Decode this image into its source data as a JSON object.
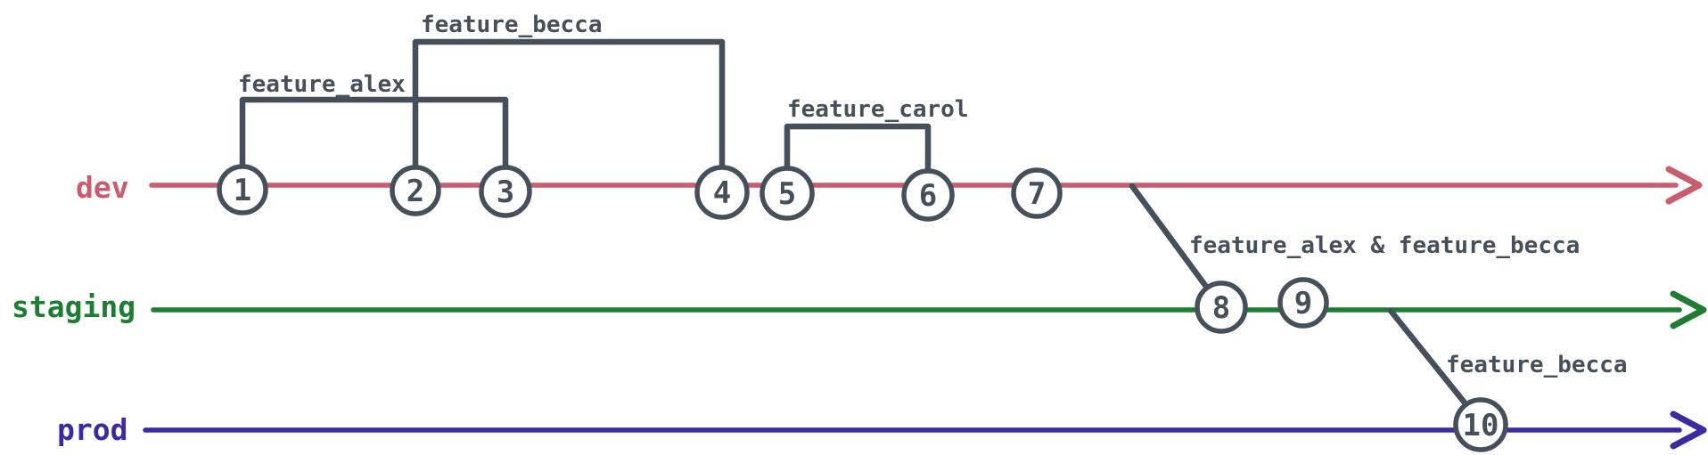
{
  "diagram": {
    "kind": "git-branching-diagram",
    "ink_color": "#45505b",
    "background_color": "#ffffff",
    "branches": [
      {
        "name": "dev",
        "color": "#ca5c6f"
      },
      {
        "name": "staging",
        "color": "#1e7d33"
      },
      {
        "name": "prod",
        "color": "#3a2ba0"
      }
    ],
    "commits": [
      {
        "label": "1",
        "branch": "dev"
      },
      {
        "label": "2",
        "branch": "dev"
      },
      {
        "label": "3",
        "branch": "dev"
      },
      {
        "label": "4",
        "branch": "dev"
      },
      {
        "label": "5",
        "branch": "dev"
      },
      {
        "label": "6",
        "branch": "dev"
      },
      {
        "label": "7",
        "branch": "dev"
      },
      {
        "label": "8",
        "branch": "staging"
      },
      {
        "label": "9",
        "branch": "staging"
      },
      {
        "label": "10",
        "branch": "prod"
      }
    ],
    "feature_labels": {
      "alex": "feature_alex",
      "becca": "feature_becca",
      "carol": "feature_carol",
      "merge_to_staging": "feature_alex & feature_becca",
      "merge_to_prod": "feature_becca"
    }
  }
}
